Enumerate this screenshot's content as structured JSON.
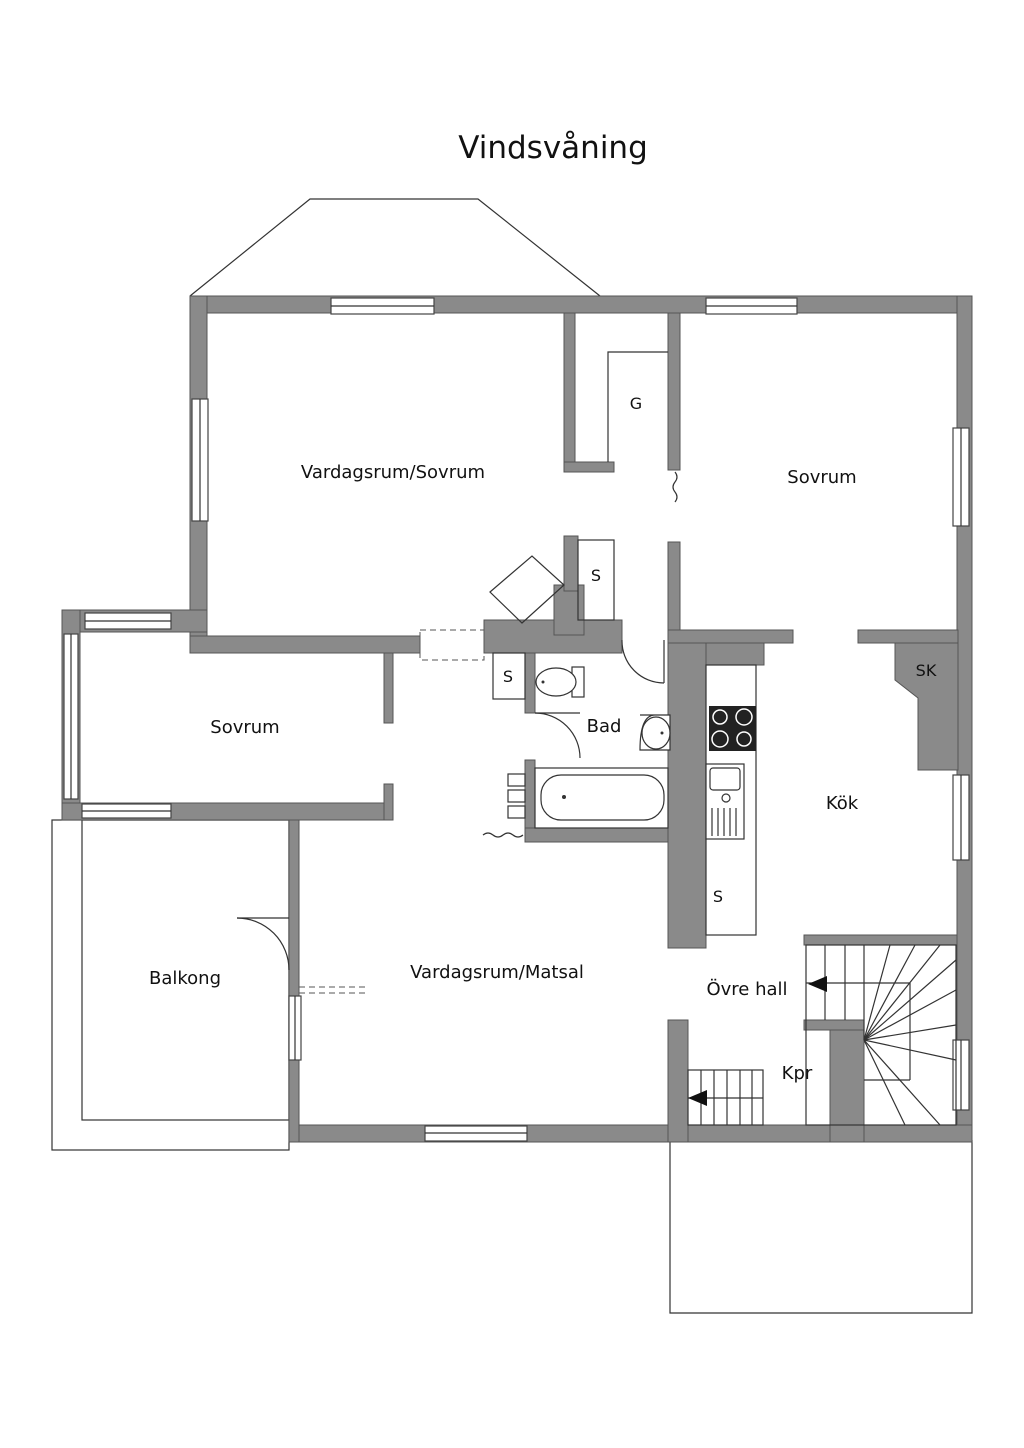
{
  "title": "Vindsvåning",
  "rooms": {
    "living_bedroom": "Vardagsrum/Sovrum",
    "bedroom_right": "Sovrum",
    "bedroom_left": "Sovrum",
    "bath": "Bad",
    "kitchen": "Kök",
    "balcony": "Balkong",
    "living_dining": "Vardagsrum/Matsal",
    "upper_hall": "Övre hall",
    "closet_kpr": "Kpr"
  },
  "labels": {
    "g": "G",
    "sk": "SK",
    "s_top": "S",
    "s_bath": "S",
    "s_kitchen": "S"
  },
  "colors": {
    "wall": "#8a8a8a",
    "line": "#333333",
    "background": "#ffffff"
  }
}
